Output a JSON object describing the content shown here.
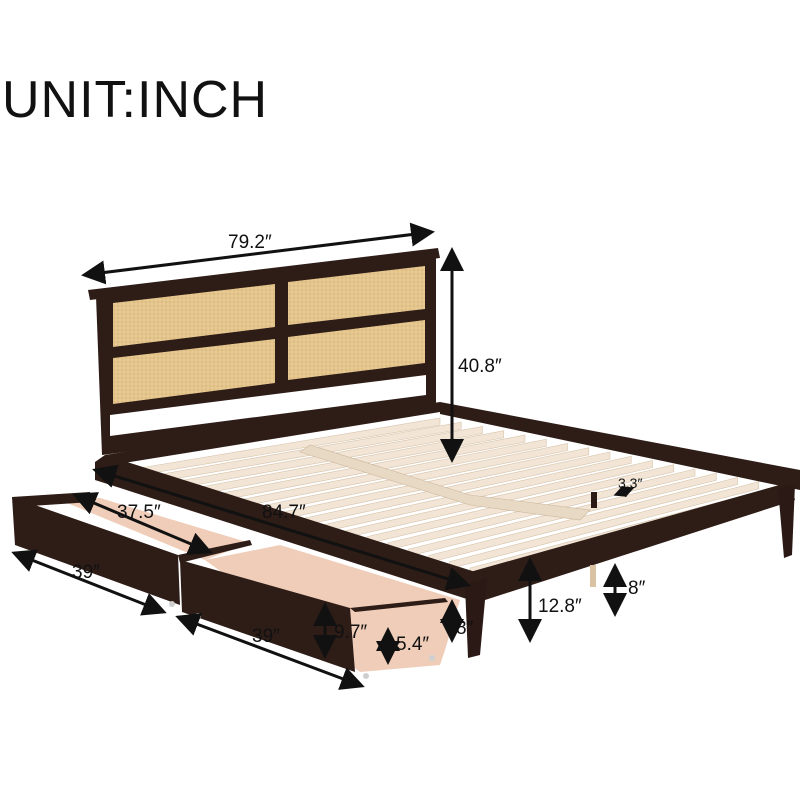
{
  "title": "UNIT:INCH",
  "colors": {
    "wood": "#2e1c17",
    "wood_edge": "#1a0f0c",
    "rattan": "#e9cc95",
    "slat": "#f2e5d6",
    "drawer_inside": "#efcdb8",
    "arrow": "#111111"
  },
  "dimensions": {
    "headboard_width": "79.2″",
    "headboard_height": "40.8″",
    "bed_length": "84.7″",
    "slat_gap": "3.3″",
    "leg_height": "8″",
    "underbed_clearance": "12.8″",
    "drawer_inner_length": "37.5″",
    "drawer1_length": "39″",
    "drawer2_length": "39″",
    "drawer_height": "9.7″",
    "drawer_inner_depth": "5.4″",
    "drawer_side": "8″"
  }
}
